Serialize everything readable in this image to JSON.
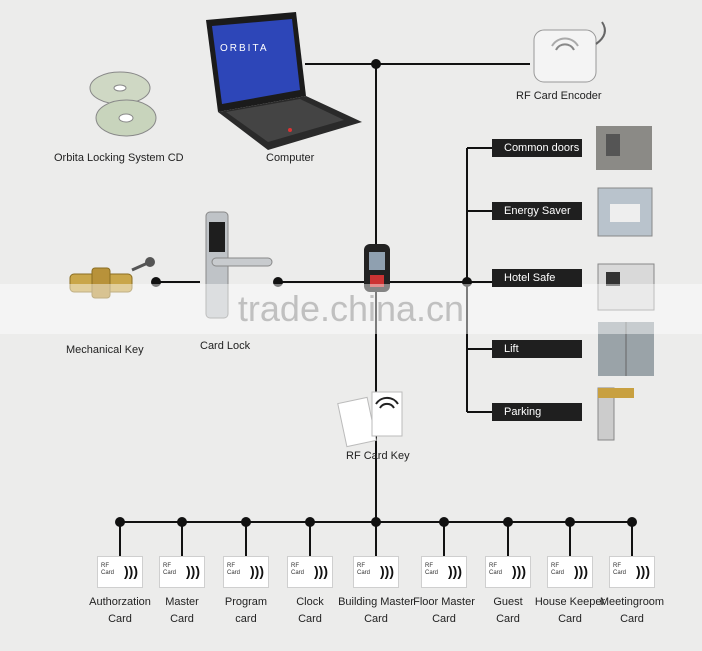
{
  "top": {
    "cd_label": "Orbita Locking System CD",
    "computer_label": "Computer",
    "laptop_brand": "ORBITA",
    "encoder_label": "RF Card  Encoder"
  },
  "middle": {
    "mech_key_label": "Mechanical Key",
    "card_lock_label": "Card Lock",
    "rf_card_key_label": "RF Card Key"
  },
  "right_branch": [
    {
      "label": "Common doors"
    },
    {
      "label": "Energy Saver"
    },
    {
      "label": "Hotel Safe"
    },
    {
      "label": "Lift"
    },
    {
      "label": "Parking"
    }
  ],
  "cards": [
    {
      "line1": "Authorzation",
      "line2": "Card"
    },
    {
      "line1": "Master",
      "line2": "Card"
    },
    {
      "line1": "Program",
      "line2": "card"
    },
    {
      "line1": "Clock",
      "line2": "Card"
    },
    {
      "line1": "Building Master",
      "line2": "Card"
    },
    {
      "line1": "Floor Master",
      "line2": "Card"
    },
    {
      "line1": "Guest",
      "line2": "Card"
    },
    {
      "line1": "House Keeper",
      "line2": "Card"
    },
    {
      "line1": "Meetingroom",
      "line2": "Card"
    }
  ],
  "card_face": {
    "text": "RF Card"
  },
  "watermark": "trade.china.cn",
  "colors": {
    "wire": "#111111",
    "tag_bg": "#1f1f1f",
    "background": "#ececeb"
  }
}
